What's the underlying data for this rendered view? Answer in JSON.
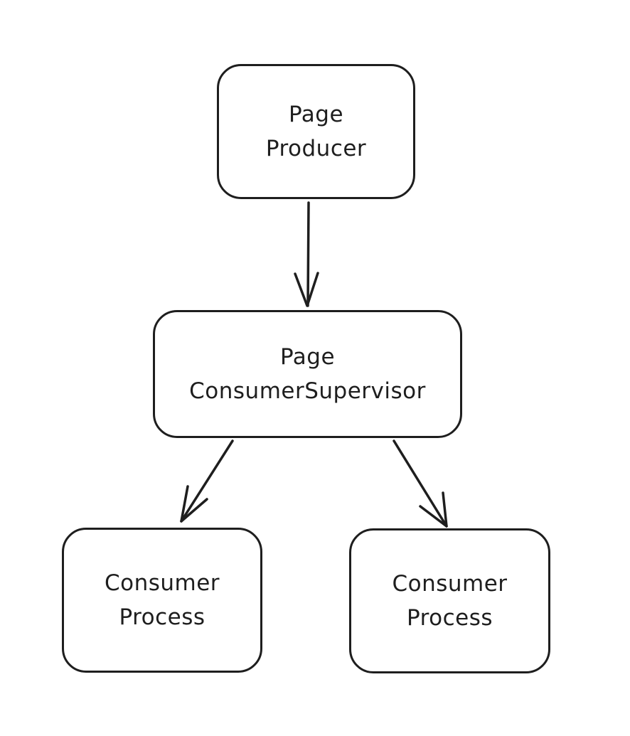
{
  "diagram": {
    "nodes": [
      {
        "id": "producer",
        "lines": [
          "Page",
          "Producer"
        ]
      },
      {
        "id": "supervisor",
        "lines": [
          "Page",
          "ConsumerSupervisor"
        ]
      },
      {
        "id": "consumer-1",
        "lines": [
          "Consumer",
          "Process"
        ]
      },
      {
        "id": "consumer-2",
        "lines": [
          "Consumer",
          "Process"
        ]
      }
    ],
    "edges": [
      {
        "from": "producer",
        "to": "supervisor"
      },
      {
        "from": "supervisor",
        "to": "consumer-1"
      },
      {
        "from": "supervisor",
        "to": "consumer-2"
      }
    ],
    "colors": {
      "stroke": "#1e1e1e",
      "background": "#ffffff"
    }
  }
}
